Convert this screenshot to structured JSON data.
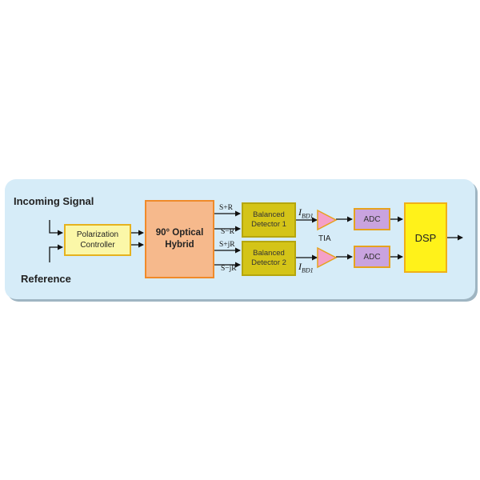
{
  "inputs": {
    "incoming": "Incoming Signal",
    "reference": "Reference"
  },
  "blocks": {
    "polarization_line1": "Polarization",
    "polarization_line2": "Controller",
    "hybrid_line1": "90° Optical",
    "hybrid_line2": "Hybrid",
    "bd1_line1": "Balanced",
    "bd1_line2": "Detector 1",
    "bd2_line1": "Balanced",
    "bd2_line2": "Detector 2",
    "adc1": "ADC",
    "adc2": "ADC",
    "dsp": "DSP"
  },
  "hybrid_outputs": [
    "S+R",
    "S−R",
    "S+jR",
    "S−jR"
  ],
  "currents": {
    "top_main": "I",
    "top_sub": "BD1",
    "bottom_main": "I",
    "bottom_sub": "BD1"
  },
  "tia_label": "TIA",
  "colors": {
    "panel": "#d6ecf8",
    "polarization": "#fbf7a8",
    "hybrid": "#f6b98c",
    "detector": "#d4c418",
    "amplifier": "#f4a0c8",
    "adc": "#c9a3df",
    "dsp": "#fff21a"
  }
}
